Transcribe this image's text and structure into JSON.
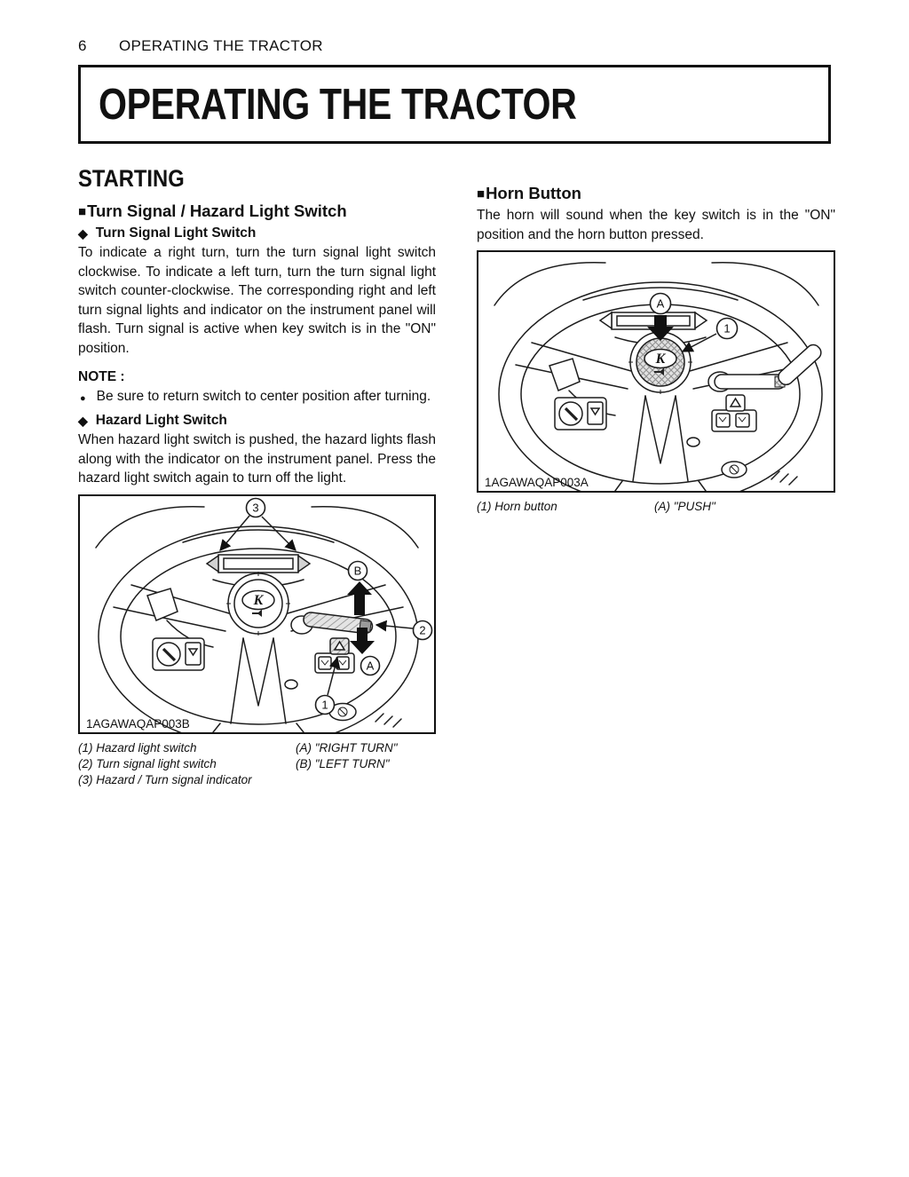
{
  "icons": {
    "square_bullet": "■",
    "diamond_bullet": "◆",
    "dot_bullet": "●"
  },
  "page_header": {
    "number": "6",
    "running_title": "OPERATING THE TRACTOR"
  },
  "chapter": {
    "title": "OPERATING THE TRACTOR"
  },
  "starting": {
    "heading": "STARTING"
  },
  "turn_signal_section": {
    "heading": "Turn Signal / Hazard Light Switch",
    "turn_switch": {
      "heading": "Turn Signal Light Switch",
      "body": "To indicate a right turn, turn the turn signal light switch clockwise. To indicate a left turn, turn the turn signal light switch counter-clockwise. The corresponding right and left turn signal lights and indicator on the instrument panel will flash. Turn signal is active when key switch is in the \"ON\" position."
    },
    "note": {
      "label": "NOTE :",
      "items": [
        "Be sure to return switch to center position after turning."
      ]
    },
    "hazard_switch": {
      "heading": "Hazard Light Switch",
      "body": "When hazard light switch is pushed, the hazard lights flash along with the indicator on the instrument panel. Press the hazard light switch again to turn off the light."
    },
    "figure": {
      "code": "1AGAWAQAP003B",
      "hub_logo": "K",
      "callouts": {
        "c3": "3",
        "cB": "B",
        "c2": "2",
        "cA": "A",
        "c1": "1"
      },
      "captions_left": [
        "(1) Hazard light switch",
        "(2) Turn signal light switch",
        "(3) Hazard / Turn signal indicator"
      ],
      "captions_right": [
        "(A) \"RIGHT TURN\"",
        "(B) \"LEFT TURN\""
      ]
    }
  },
  "horn_section": {
    "heading": "Horn Button",
    "body": "The horn will sound when the key switch is in the \"ON\" position and the horn button pressed.",
    "figure": {
      "code": "1AGAWAQAP003A",
      "hub_logo": "K",
      "callouts": {
        "cA": "A",
        "c1": "1"
      },
      "captions": [
        "(1) Horn button",
        "(A) \"PUSH\""
      ]
    }
  }
}
